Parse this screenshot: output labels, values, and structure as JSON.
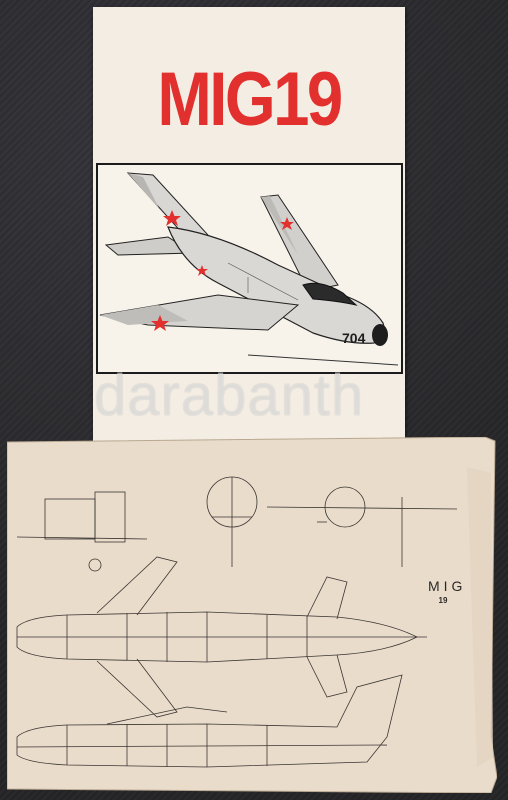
{
  "cover": {
    "title": "MIG19",
    "aircraft_number": "704",
    "title_color": "#e2302e",
    "star_color": "#e2302e"
  },
  "plan_sheet": {
    "label_line1": "MIG",
    "label_line2": "19"
  },
  "watermark": "darabanth"
}
